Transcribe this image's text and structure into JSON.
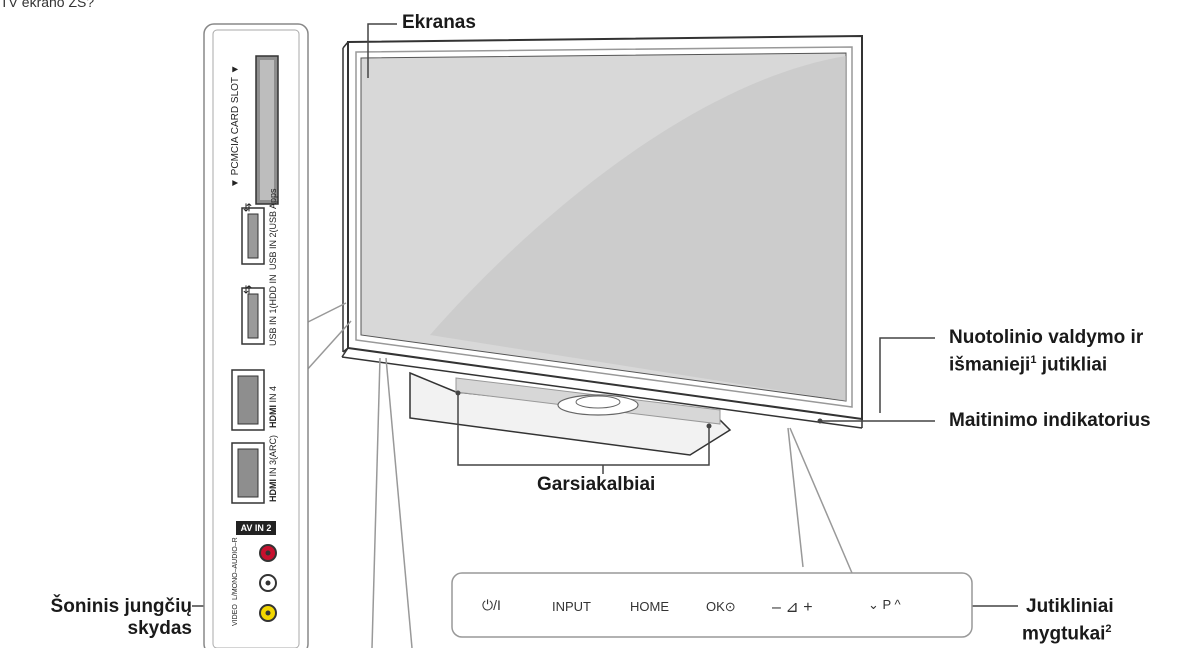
{
  "corner_text": "TV ekrano ZS?",
  "callouts": {
    "screen": "Ekranas",
    "remote_line1": "Nuotolinio valdymo ir",
    "remote_line2_a": "išmanieji",
    "remote_sup": "1",
    "remote_line2_b": " jutikliai",
    "power_indicator": "Maitinimo indikatorius",
    "speakers": "Garsiakalbiai",
    "side_panel_line1": "Šoninis jungčių",
    "side_panel_line2": "skydas",
    "touch_line1": "Jutikliniai",
    "touch_line2": "mygtukai",
    "touch_sup": "2"
  },
  "side_panel": {
    "pcmcia_label": "▼ PCMCIA CARD SLOT ▼",
    "usb2_label": "USB IN 2(USB Apps",
    "usb1_label": "USB IN 1(HDD IN",
    "hdmi4_label": "IN 4",
    "hdmi3_label": "IN 3(ARC)",
    "hdmi_logo": "HDMI",
    "av_in_label": "AV IN 2",
    "audio_label": "L/MONO–AUDIO–R",
    "video_label": "VIDEO",
    "colors": {
      "audio_r": "#c8102e",
      "audio_l": "#ffffff",
      "video": "#f2d600"
    }
  },
  "touch_buttons": [
    {
      "label": "⏻/I",
      "name": "power-button"
    },
    {
      "label": "INPUT",
      "name": "input-button"
    },
    {
      "label": "HOME",
      "name": "home-button"
    },
    {
      "label": "OK⊙",
      "name": "ok-button"
    },
    {
      "label": "–  ⊿  +",
      "name": "volume-buttons"
    },
    {
      "label": "⌄  P  ^",
      "name": "program-buttons"
    }
  ]
}
